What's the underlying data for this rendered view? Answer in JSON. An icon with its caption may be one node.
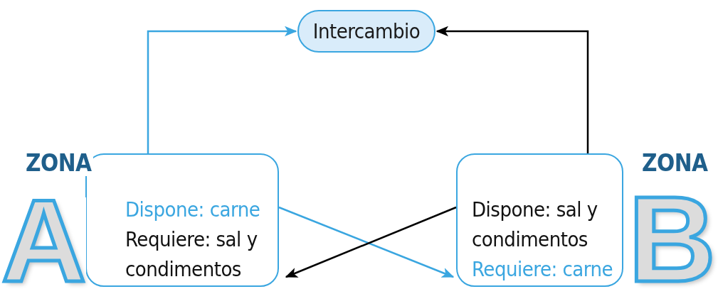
{
  "diagram": {
    "nodes": [
      {
        "text": [
          "Intercambio"
        ]
      },
      {
        "text": [
          "ZONA",
          "A",
          "Dispone: carne",
          "Requiere: sal y condimentos"
        ]
      },
      {
        "text": [
          "Dispone: sal y condimentos",
          "Requiere: carne",
          "ZONA",
          "B"
        ]
      }
    ],
    "edges": [
      {
        "from": 1,
        "to": 0,
        "arrow": "to",
        "color": "#3aa6e0"
      },
      {
        "from": 2,
        "to": 0,
        "arrow": "to",
        "color": "#000000"
      },
      {
        "from": 1,
        "to": 2,
        "arrow": "to",
        "color": "#3aa6e0"
      },
      {
        "from": 2,
        "to": 1,
        "arrow": "to",
        "color": "#000000"
      }
    ]
  }
}
